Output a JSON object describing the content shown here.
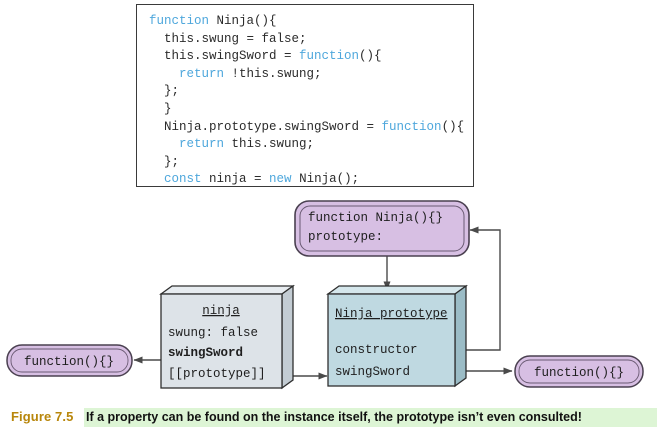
{
  "code": {
    "language": "javascript",
    "keyword_color": "#4ea7dc",
    "text_color": "#2b2b2b",
    "lines": [
      [
        {
          "t": "function",
          "k": true
        },
        {
          "t": " Ninja(){",
          "k": false
        }
      ],
      [
        {
          "t": "  this.swung = false;",
          "k": false
        }
      ],
      [
        {
          "t": "  this.swingSword = ",
          "k": false
        },
        {
          "t": "function",
          "k": true
        },
        {
          "t": "(){",
          "k": false
        }
      ],
      [
        {
          "t": "    ",
          "k": false
        },
        {
          "t": "return",
          "k": true
        },
        {
          "t": " !this.swung;",
          "k": false
        }
      ],
      [
        {
          "t": "  };",
          "k": false
        }
      ],
      [
        {
          "t": "  }",
          "k": false
        }
      ],
      [
        {
          "t": "  Ninja.prototype.swingSword = ",
          "k": false
        },
        {
          "t": "function",
          "k": true
        },
        {
          "t": "(){",
          "k": false
        }
      ],
      [
        {
          "t": "    ",
          "k": false
        },
        {
          "t": "return",
          "k": true
        },
        {
          "t": " this.swung;",
          "k": false
        }
      ],
      [
        {
          "t": "  };",
          "k": false
        }
      ],
      [
        {
          "t": "  ",
          "k": false
        },
        {
          "t": "const",
          "k": true
        },
        {
          "t": " ninja = ",
          "k": false
        },
        {
          "t": "new",
          "k": true
        },
        {
          "t": " Ninja();",
          "k": false
        }
      ]
    ]
  },
  "diagram": {
    "colors": {
      "purple_fill": "#d7bfe3",
      "purple_stroke": "#5a4a63",
      "instance_fill": "#dde3e8",
      "instance_side": "#c3ccd3",
      "prototype_fill": "#bfd9e1",
      "prototype_side": "#9bbcc6",
      "box_stroke": "#2f2f2f",
      "arrow": "#4a4a4a"
    },
    "ninja_function_box": {
      "line1": "function Ninja(){}",
      "line2": "prototype:"
    },
    "ninja_instance_box": {
      "title": "ninja",
      "rows": [
        {
          "label": "swung: false",
          "bold": false
        },
        {
          "label": "swingSword",
          "bold": true
        },
        {
          "label": "[[prototype]]",
          "bold": false
        }
      ]
    },
    "ninja_prototype_box": {
      "title": "Ninja prototype",
      "rows": [
        {
          "label": "constructor"
        },
        {
          "label": "swingSword"
        }
      ]
    },
    "left_function_bubble": {
      "label": "function(){}"
    },
    "right_function_bubble": {
      "label": "function(){}"
    }
  },
  "caption": {
    "label": "Figure 7.5",
    "text": "If a property can be found on the instance itself, the prototype isn’t even consulted!",
    "label_color": "#b8860b",
    "highlight_color": "#ddf5d5"
  }
}
